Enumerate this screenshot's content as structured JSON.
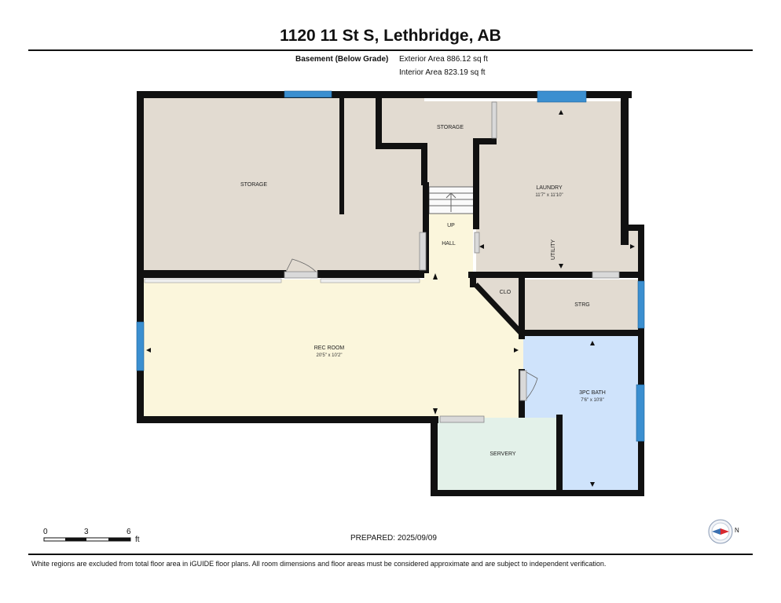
{
  "header": {
    "title": "1120 11 St S, Lethbridge, AB",
    "level": "Basement (Below Grade)",
    "exterior_area": "Exterior Area 886.12 sq ft",
    "interior_area": "Interior Area 823.19 sq ft"
  },
  "rooms": {
    "storage_main": "STORAGE",
    "storage_top": "STORAGE",
    "laundry": "LAUNDRY",
    "laundry_dim": "11'7\" x 11'10\"",
    "utility": "UTILITY",
    "up": "UP",
    "hall": "HALL",
    "clo": "CLO",
    "strg": "STRG",
    "rec_room": "REC ROOM",
    "rec_room_dim": "20'5\" x 10'2\"",
    "bath": "3PC BATH",
    "bath_dim": "7'6\" x 10'8\"",
    "servery": "SERVERY"
  },
  "colors": {
    "wall": "#111111",
    "storage": "#e2dbd1",
    "rec_room": "#fbf6dc",
    "bath": "#cfe3fb",
    "servery": "#e3f1e9",
    "window": "#3b8fd0"
  },
  "scale": {
    "tick_0": "0",
    "tick_3": "3",
    "tick_6": "6",
    "unit": "ft"
  },
  "footer": {
    "prepared": "PREPARED:  2025/09/09",
    "disclaimer": "White regions are excluded from total floor area in iGUIDE floor plans. All room dimensions and floor areas must be considered approximate and are subject to independent verification.",
    "compass_letter": "N"
  }
}
